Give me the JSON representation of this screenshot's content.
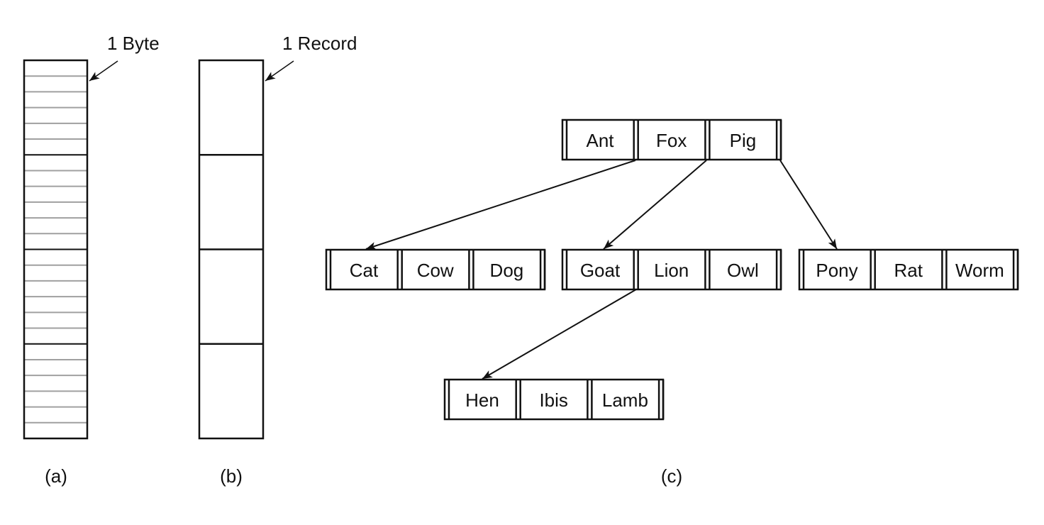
{
  "panels": {
    "a": {
      "caption": "(a)",
      "pointer_label": "1 Byte",
      "byte_count": 24,
      "group_size": 6
    },
    "b": {
      "caption": "(b)",
      "pointer_label": "1 Record",
      "record_count": 4
    },
    "c": {
      "caption": "(c)",
      "tree": {
        "root": {
          "keys": [
            "Ant",
            "Fox",
            "Pig"
          ]
        },
        "level1": [
          {
            "keys": [
              "Cat",
              "Cow",
              "Dog"
            ],
            "parent_pointer": "Ant-Fox"
          },
          {
            "keys": [
              "Goat",
              "Lion",
              "Owl"
            ],
            "parent_pointer": "Fox-Pig"
          },
          {
            "keys": [
              "Pony",
              "Rat",
              "Worm"
            ],
            "parent_pointer": "after-Pig"
          }
        ],
        "level2": [
          {
            "keys": [
              "Hen",
              "Ibis",
              "Lamb"
            ],
            "parent": "Goat Lion Owl",
            "parent_pointer": "Goat-Lion"
          }
        ]
      }
    }
  },
  "colors": {
    "ink": "#111111",
    "byte_separator": "#a0a0a0"
  }
}
